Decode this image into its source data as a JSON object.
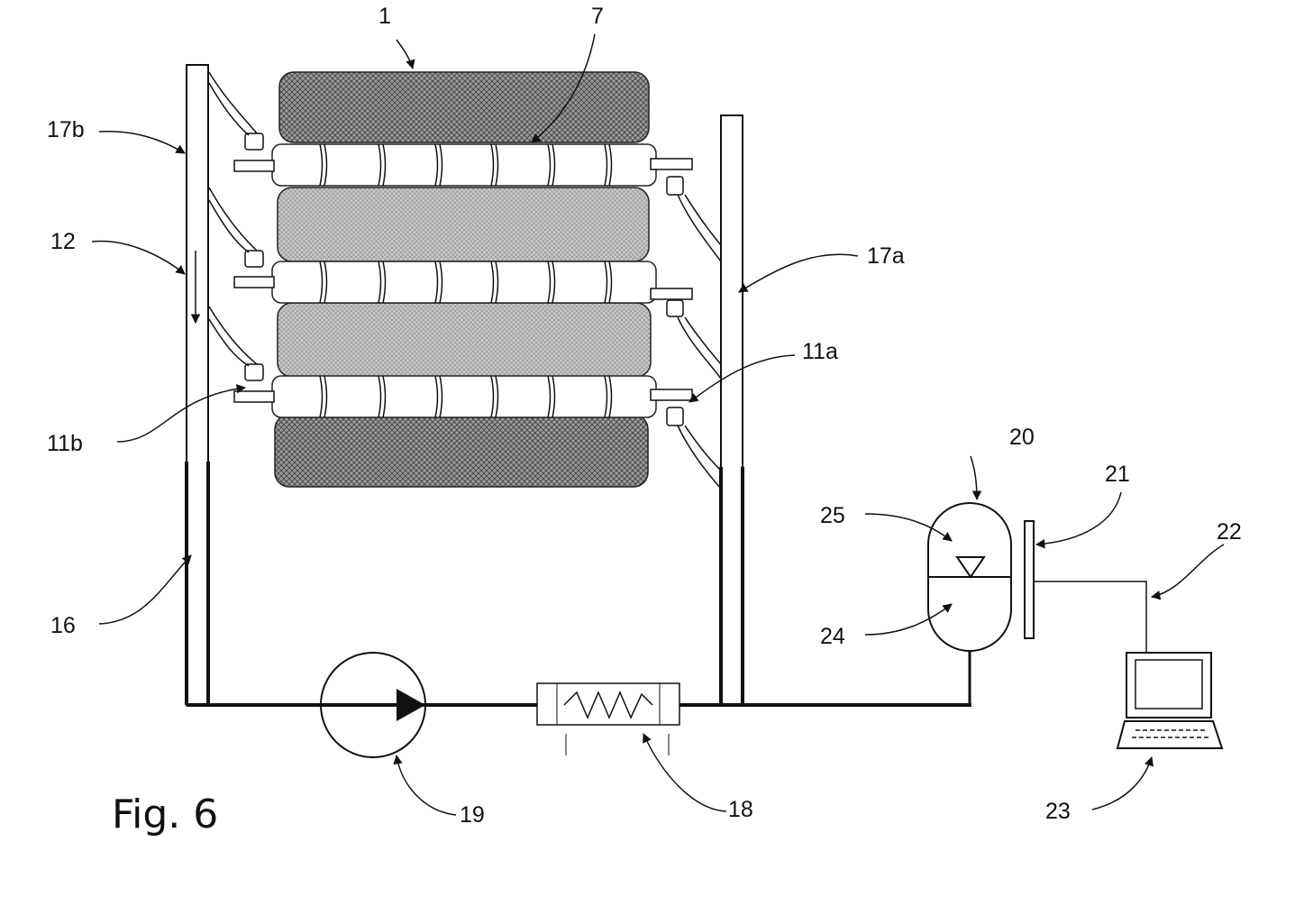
{
  "figure_title": "Fig. 6",
  "labels": {
    "l1": "1",
    "l7": "7",
    "l17b": "17b",
    "l12": "12",
    "l17a": "17a",
    "l11a": "11a",
    "l11b": "11b",
    "l20": "20",
    "l21": "21",
    "l22": "22",
    "l25": "25",
    "l24": "24",
    "l16": "16",
    "l19": "19",
    "l18": "18",
    "l23": "23"
  },
  "colors": {
    "line": "#111111",
    "pack_dark": "#8c8c8c",
    "pack_light": "#bdbdbd",
    "background": "#ffffff"
  }
}
